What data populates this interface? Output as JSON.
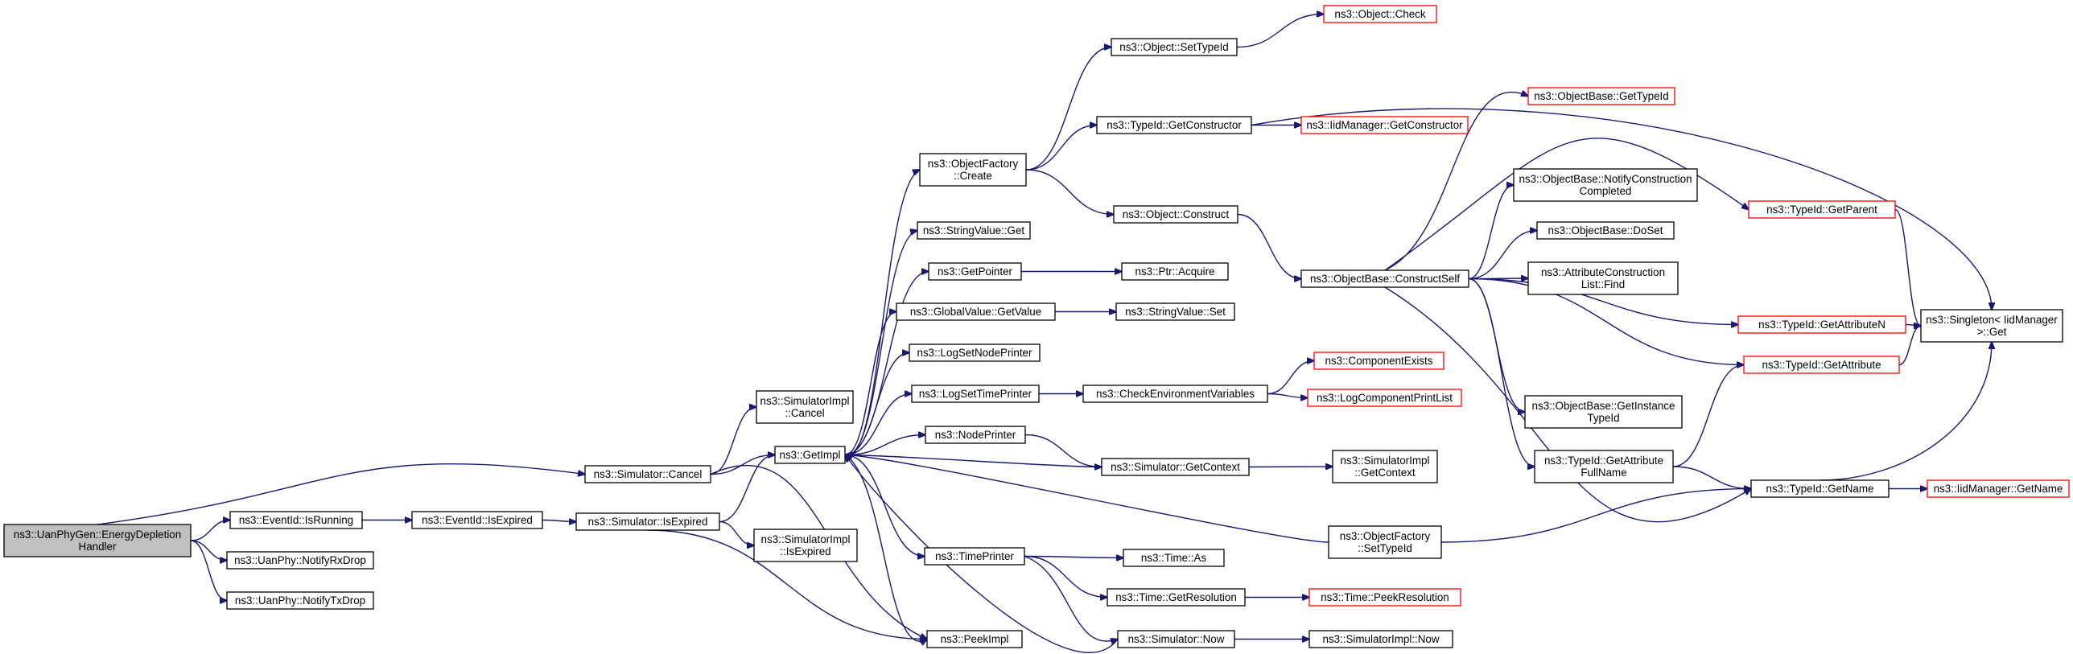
{
  "colors": {
    "edge": "#191970",
    "node_border": "#000000",
    "node_border_truncated": "#ff0000",
    "root_fill": "#bfbfbf",
    "node_fill": "#ffffff"
  },
  "graph": {
    "type": "call-graph",
    "nodes": [
      {
        "id": "root",
        "lines": [
          "ns3::UanPhyGen::EnergyDepletion",
          "Handler"
        ],
        "root": true
      },
      {
        "id": "simcancel",
        "lines": [
          "ns3::Simulator::Cancel"
        ]
      },
      {
        "id": "evtrunning",
        "lines": [
          "ns3::EventId::IsRunning"
        ]
      },
      {
        "id": "rxdrop",
        "lines": [
          "ns3::UanPhy::NotifyRxDrop"
        ]
      },
      {
        "id": "txdrop",
        "lines": [
          "ns3::UanPhy::NotifyTxDrop"
        ]
      },
      {
        "id": "evtexpired",
        "lines": [
          "ns3::EventId::IsExpired"
        ]
      },
      {
        "id": "simexpired",
        "lines": [
          "ns3::Simulator::IsExpired"
        ]
      },
      {
        "id": "implcancel",
        "lines": [
          "ns3::SimulatorImpl",
          "::Cancel"
        ]
      },
      {
        "id": "getimpl",
        "lines": [
          "ns3::GetImpl"
        ]
      },
      {
        "id": "implexpired",
        "lines": [
          "ns3::SimulatorImpl",
          "::IsExpired"
        ]
      },
      {
        "id": "peekimpl",
        "lines": [
          "ns3::PeekImpl"
        ]
      },
      {
        "id": "objfcreate",
        "lines": [
          "ns3::ObjectFactory",
          "::Create"
        ]
      },
      {
        "id": "strget",
        "lines": [
          "ns3::StringValue::Get"
        ]
      },
      {
        "id": "getpointer",
        "lines": [
          "ns3::GetPointer"
        ]
      },
      {
        "id": "gvgetvalue",
        "lines": [
          "ns3::GlobalValue::GetValue"
        ]
      },
      {
        "id": "lognodeprinter",
        "lines": [
          "ns3::LogSetNodePrinter"
        ]
      },
      {
        "id": "logtimeprinter",
        "lines": [
          "ns3::LogSetTimePrinter"
        ]
      },
      {
        "id": "nodeprinter",
        "lines": [
          "ns3::NodePrinter"
        ]
      },
      {
        "id": "timeprinter",
        "lines": [
          "ns3::TimePrinter"
        ]
      },
      {
        "id": "objsettypeid",
        "lines": [
          "ns3::Object::SetTypeId"
        ]
      },
      {
        "id": "tidgetctor",
        "lines": [
          "ns3::TypeId::GetConstructor"
        ]
      },
      {
        "id": "objconstruct",
        "lines": [
          "ns3::Object::Construct"
        ]
      },
      {
        "id": "ptracquire",
        "lines": [
          "ns3::Ptr::Acquire"
        ]
      },
      {
        "id": "strset",
        "lines": [
          "ns3::StringValue::Set"
        ]
      },
      {
        "id": "checkenv",
        "lines": [
          "ns3::CheckEnvironmentVariables"
        ]
      },
      {
        "id": "simgetctx",
        "lines": [
          "ns3::Simulator::GetContext"
        ]
      },
      {
        "id": "timeas",
        "lines": [
          "ns3::Time::As"
        ]
      },
      {
        "id": "timegetres",
        "lines": [
          "ns3::Time::GetResolution"
        ]
      },
      {
        "id": "simnow",
        "lines": [
          "ns3::Simulator::Now"
        ]
      },
      {
        "id": "objcheck",
        "lines": [
          "ns3::Object::Check"
        ],
        "truncated": true
      },
      {
        "id": "iidgetctor",
        "lines": [
          "ns3::IidManager::GetConstructor"
        ],
        "truncated": true
      },
      {
        "id": "constructself",
        "lines": [
          "ns3::ObjectBase::ConstructSelf"
        ]
      },
      {
        "id": "compexists",
        "lines": [
          "ns3::ComponentExists"
        ],
        "truncated": true
      },
      {
        "id": "logcompprint",
        "lines": [
          "ns3::LogComponentPrintList"
        ],
        "truncated": true
      },
      {
        "id": "implgetctx",
        "lines": [
          "ns3::SimulatorImpl",
          "::GetContext"
        ]
      },
      {
        "id": "ofsettypeid",
        "lines": [
          "ns3::ObjectFactory",
          "::SetTypeId"
        ]
      },
      {
        "id": "timepeekres",
        "lines": [
          "ns3::Time::PeekResolution"
        ],
        "truncated": true
      },
      {
        "id": "implnow",
        "lines": [
          "ns3::SimulatorImpl::Now"
        ]
      },
      {
        "id": "obgettypeid",
        "lines": [
          "ns3::ObjectBase::GetTypeId"
        ],
        "truncated": true
      },
      {
        "id": "notifyconstr",
        "lines": [
          "ns3::ObjectBase::NotifyConstruction",
          "Completed"
        ]
      },
      {
        "id": "doset",
        "lines": [
          "ns3::ObjectBase::DoSet"
        ]
      },
      {
        "id": "attrconstrfind",
        "lines": [
          "ns3::AttributeConstruction",
          "List::Find"
        ]
      },
      {
        "id": "getinsttypeid",
        "lines": [
          "ns3::ObjectBase::GetInstance",
          "TypeId"
        ]
      },
      {
        "id": "tidattrfull",
        "lines": [
          "ns3::TypeId::GetAttribute",
          "FullName"
        ]
      },
      {
        "id": "tidgetparent",
        "lines": [
          "ns3::TypeId::GetParent"
        ],
        "truncated": true
      },
      {
        "id": "tidgetattrn",
        "lines": [
          "ns3::TypeId::GetAttributeN"
        ],
        "truncated": true
      },
      {
        "id": "tidgetattr",
        "lines": [
          "ns3::TypeId::GetAttribute"
        ],
        "truncated": true
      },
      {
        "id": "tidgetname",
        "lines": [
          "ns3::TypeId::GetName"
        ]
      },
      {
        "id": "singleton",
        "lines": [
          "ns3::Singleton< IidManager",
          ">::Get"
        ]
      },
      {
        "id": "iidgetname",
        "lines": [
          "ns3::IidManager::GetName"
        ],
        "truncated": true
      }
    ],
    "edges": [
      [
        "root",
        "simcancel"
      ],
      [
        "root",
        "evtrunning"
      ],
      [
        "root",
        "rxdrop"
      ],
      [
        "root",
        "txdrop"
      ],
      [
        "evtrunning",
        "evtexpired"
      ],
      [
        "evtexpired",
        "simexpired"
      ],
      [
        "simcancel",
        "implcancel"
      ],
      [
        "simcancel",
        "getimpl"
      ],
      [
        "simcancel",
        "peekimpl"
      ],
      [
        "simexpired",
        "getimpl"
      ],
      [
        "simexpired",
        "implexpired"
      ],
      [
        "simexpired",
        "peekimpl"
      ],
      [
        "getimpl",
        "objfcreate"
      ],
      [
        "getimpl",
        "strget"
      ],
      [
        "getimpl",
        "getpointer"
      ],
      [
        "getimpl",
        "gvgetvalue"
      ],
      [
        "getimpl",
        "lognodeprinter"
      ],
      [
        "getimpl",
        "logtimeprinter"
      ],
      [
        "getimpl",
        "nodeprinter"
      ],
      [
        "getimpl",
        "timeprinter"
      ],
      [
        "getimpl",
        "peekimpl"
      ],
      [
        "objfcreate",
        "objsettypeid"
      ],
      [
        "objfcreate",
        "tidgetctor"
      ],
      [
        "objfcreate",
        "objconstruct"
      ],
      [
        "objsettypeid",
        "objcheck"
      ],
      [
        "tidgetctor",
        "iidgetctor"
      ],
      [
        "tidgetctor",
        "singleton"
      ],
      [
        "objconstruct",
        "constructself"
      ],
      [
        "getpointer",
        "ptracquire"
      ],
      [
        "gvgetvalue",
        "strset"
      ],
      [
        "logtimeprinter",
        "checkenv"
      ],
      [
        "checkenv",
        "compexists"
      ],
      [
        "checkenv",
        "logcompprint"
      ],
      [
        "nodeprinter",
        "simgetctx"
      ],
      [
        "simgetctx",
        "getimpl"
      ],
      [
        "simgetctx",
        "implgetctx"
      ],
      [
        "ofsettypeid",
        "getimpl"
      ],
      [
        "ofsettypeid",
        "tidgetname"
      ],
      [
        "timeprinter",
        "timeas"
      ],
      [
        "timeprinter",
        "timegetres"
      ],
      [
        "timeprinter",
        "simnow"
      ],
      [
        "timegetres",
        "timepeekres"
      ],
      [
        "simnow",
        "getimpl"
      ],
      [
        "simnow",
        "implnow"
      ],
      [
        "constructself",
        "obgettypeid"
      ],
      [
        "constructself",
        "tidgetparent"
      ],
      [
        "constructself",
        "notifyconstr"
      ],
      [
        "constructself",
        "doset"
      ],
      [
        "constructself",
        "attrconstrfind"
      ],
      [
        "constructself",
        "tidgetattrn"
      ],
      [
        "constructself",
        "tidgetattr"
      ],
      [
        "constructself",
        "getinsttypeid"
      ],
      [
        "constructself",
        "tidattrfull"
      ],
      [
        "constructself",
        "tidgetname"
      ],
      [
        "tidattrfull",
        "tidgetattr"
      ],
      [
        "tidattrfull",
        "tidgetname"
      ],
      [
        "tidgetparent",
        "singleton"
      ],
      [
        "tidgetattrn",
        "singleton"
      ],
      [
        "tidgetattr",
        "singleton"
      ],
      [
        "tidgetname",
        "singleton"
      ],
      [
        "tidgetname",
        "iidgetname"
      ]
    ]
  }
}
